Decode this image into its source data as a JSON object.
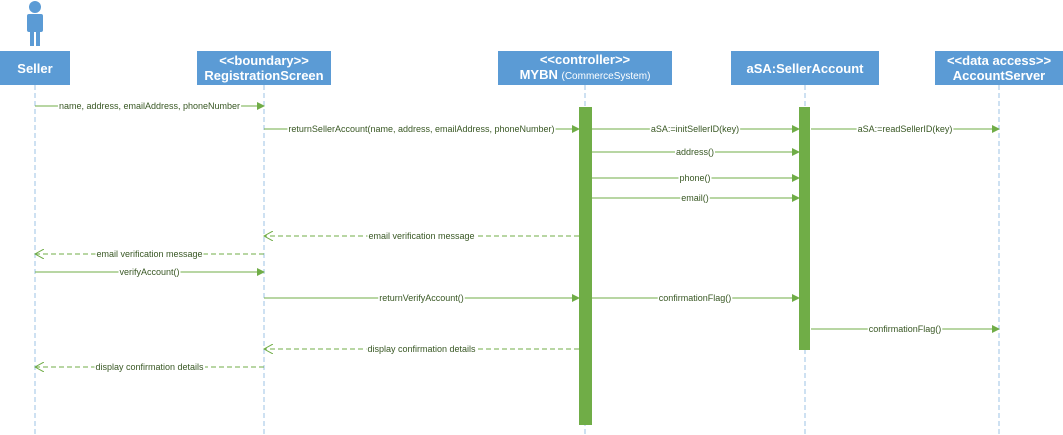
{
  "colors": {
    "header_fill": "#5b9bd5",
    "header_text": "#ffffff",
    "lifeline": "#9dc3e6",
    "actor": "#5b9bd5",
    "activation": "#70ad47",
    "message": "#70ad47",
    "label_text": "#385723"
  },
  "actor_icon": "stick-figure-icon",
  "participants": [
    {
      "id": "seller",
      "line1": "Seller",
      "line2": "",
      "line2_note": ""
    },
    {
      "id": "registration-screen",
      "line1": "<<boundary>>",
      "line2": "RegistrationScreen",
      "line2_note": ""
    },
    {
      "id": "mybn",
      "line1": "<<controller>>",
      "line2": "MYBN",
      "line2_note": "(CommerceSystem)"
    },
    {
      "id": "seller-account",
      "line1": "aSA:SellerAccount",
      "line2": "",
      "line2_note": ""
    },
    {
      "id": "account-server",
      "line1": "<<data access>>",
      "line2": "AccountServer",
      "line2_note": ""
    }
  ],
  "messages": [
    {
      "from": 0,
      "to": 1,
      "label": "name, address, emailAddress, phoneNumber",
      "type": "sync"
    },
    {
      "from": 1,
      "to": 2,
      "label": "returnSellerAccount(name, address, emailAddress, phoneNumber)",
      "type": "sync"
    },
    {
      "from": 2,
      "to": 3,
      "label": "aSA:=initSellerID(key)",
      "type": "sync"
    },
    {
      "from": 3,
      "to": 4,
      "label": "aSA:=readSellerID(key)",
      "type": "sync"
    },
    {
      "from": 2,
      "to": 3,
      "label": "address()",
      "type": "sync"
    },
    {
      "from": 2,
      "to": 3,
      "label": "phone()",
      "type": "sync"
    },
    {
      "from": 2,
      "to": 3,
      "label": "email()",
      "type": "sync"
    },
    {
      "from": 2,
      "to": 1,
      "label": "email verification message",
      "type": "return"
    },
    {
      "from": 1,
      "to": 0,
      "label": "email verification message",
      "type": "return"
    },
    {
      "from": 0,
      "to": 1,
      "label": "verifyAccount()",
      "type": "sync"
    },
    {
      "from": 1,
      "to": 2,
      "label": "returnVerifyAccount()",
      "type": "sync"
    },
    {
      "from": 2,
      "to": 3,
      "label": "confirmationFlag()",
      "type": "sync"
    },
    {
      "from": 3,
      "to": 4,
      "label": "confirmationFlag()",
      "type": "sync"
    },
    {
      "from": 2,
      "to": 1,
      "label": "display confirmation details",
      "type": "return"
    },
    {
      "from": 1,
      "to": 0,
      "label": "display confirmation details",
      "type": "return"
    }
  ]
}
